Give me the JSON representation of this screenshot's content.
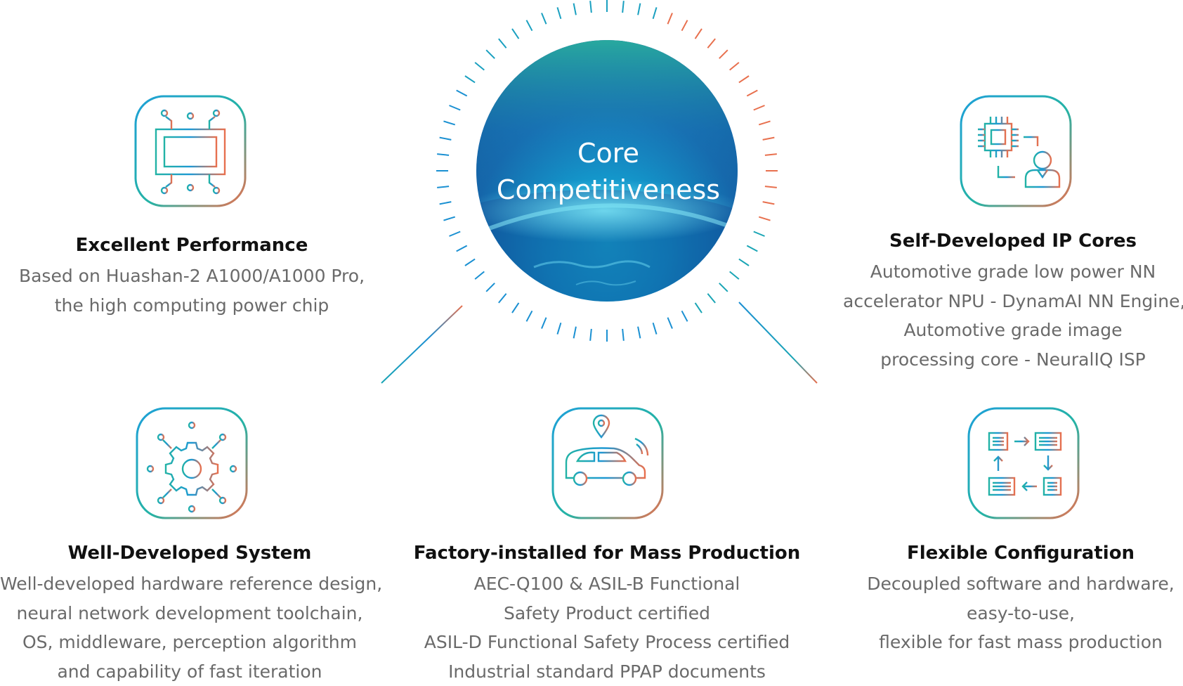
{
  "center": {
    "title_line1": "Core",
    "title_line2": "Competitiveness"
  },
  "features": {
    "excellent_performance": {
      "title": "Excellent Performance",
      "lines": [
        "Based on Huashan-2 A1000/A1000 Pro,",
        "the high computing power chip"
      ],
      "icon": "chip-icon"
    },
    "self_developed_ip": {
      "title": "Self-Developed IP Cores",
      "lines": [
        "Automotive grade low power NN",
        "accelerator NPU - DynamAI NN Engine,",
        "Automotive grade image",
        "processing core  - NeuralIQ ISP"
      ],
      "icon": "processor-engineer-icon"
    },
    "well_developed_system": {
      "title": "Well-Developed System",
      "lines": [
        "Well-developed hardware reference design,",
        "neural network development toolchain,",
        "OS, middleware, perception algorithm",
        "and capability of  fast iteration"
      ],
      "icon": "gear-network-icon"
    },
    "mass_production": {
      "title": "Factory-installed for Mass Production",
      "lines": [
        "AEC-Q100 & ASIL-B Functional",
        "Safety Product certified",
        "ASIL-D Functional Safety Process certified",
        "Industrial standard PPAP documents"
      ],
      "icon": "connected-car-icon"
    },
    "flexible_configuration": {
      "title": "Flexible Configuration",
      "lines": [
        "Decoupled software and hardware,",
        "easy-to-use,",
        "flexible for fast mass production"
      ],
      "icon": "workflow-cycle-icon"
    }
  },
  "colors": {
    "gradient_blue": "#1a9fd6",
    "gradient_teal": "#1fb5a6",
    "gradient_orange": "#e8704e",
    "sphere_dark": "#0d3c7e",
    "sphere_light": "#12b7d9"
  }
}
